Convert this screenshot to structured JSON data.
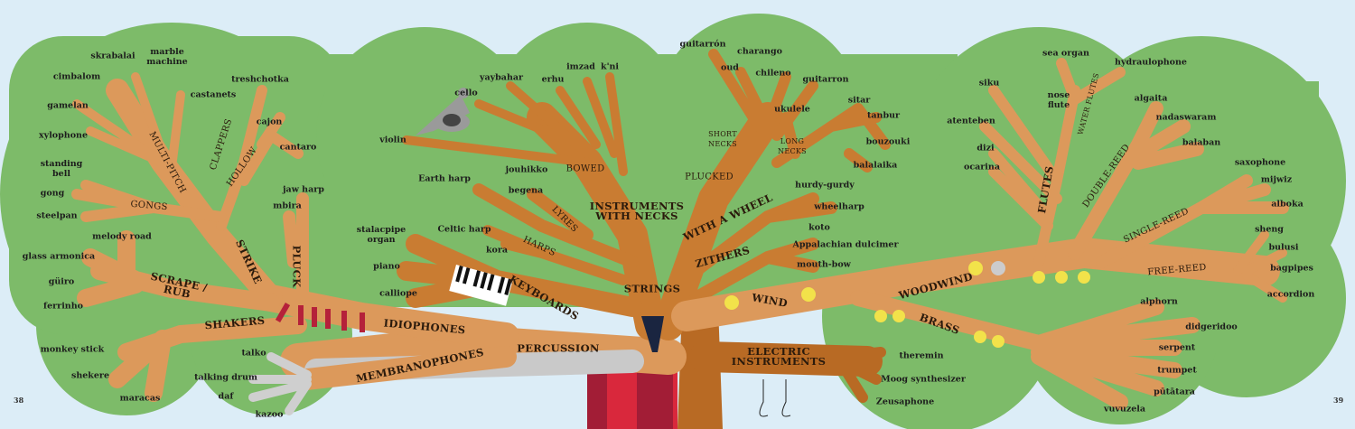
{
  "page_numbers": {
    "left": "38",
    "right": "39"
  },
  "instruments": [
    "skrabalai",
    "marble\nmachine",
    "cimbalom",
    "treshchotka",
    "castanets",
    "gamelan",
    "cajon",
    "xylophone",
    "cantaro",
    "standing\nbell",
    "jaw harp",
    "gong",
    "mbira",
    "steelpan",
    "melody road",
    "glass armonica",
    "güiro",
    "ferrinho",
    "talko",
    "monkey stick",
    "shekere",
    "talking drum",
    "daf",
    "maracas",
    "kazoo",
    "violin",
    "cello",
    "yaybahar",
    "erhu",
    "imzad",
    "k'ni",
    "guitarrón",
    "charango",
    "oud",
    "chileno",
    "guitarron",
    "ukulele",
    "sitar",
    "tanbur",
    "bouzouki",
    "balalaika",
    "Earth harp",
    "jouhikko",
    "begena",
    "hurdy-gurdy",
    "wheelharp",
    "stalacpipe\norgan",
    "Celtic harp",
    "koto",
    "Appalachian dulcimer",
    "kora",
    "mouth-bow",
    "piano",
    "calliope",
    "sea organ",
    "hydraulophone",
    "siku",
    "nose\nflute",
    "algaita",
    "atenteben",
    "nadaswaram",
    "dizi",
    "balaban",
    "ocarina",
    "saxophone",
    "mijwiz",
    "alboka",
    "sheng",
    "bulusi",
    "bagpipes",
    "accordion",
    "alphorn",
    "didgeridoo",
    "serpent",
    "theremin",
    "trumpet",
    "Moog synthesizer",
    "pūtātara",
    "Zeusaphone",
    "vuvuzela"
  ],
  "categories": [
    "GONGS",
    "MULTI-PITCH",
    "CLAPPERS",
    "HOLLOW",
    "STRIKE",
    "PLUCK",
    "SCRAPE /\nRUB",
    "SHAKERS",
    "IDIOPHONES",
    "MEMBRANOPHONES",
    "PERCUSSION",
    "BOWED",
    "PLUCKED",
    "SHORT\nNECKS",
    "LONG\nNECKS",
    "INSTRUMENTS\nWITH NECKS",
    "LYRES",
    "HARPS",
    "WITH A WHEEL",
    "ZITHERS",
    "KEYBOARDS",
    "STRINGS",
    "WIND",
    "WOODWIND",
    "BRASS",
    "ELECTRIC\nINSTRUMENTS",
    "FLUTES",
    "WATER FLUTES",
    "DOUBLE-REED",
    "SINGLE-REED",
    "FREE-REED"
  ],
  "colors": {
    "background": "#dcedf7",
    "canopy": "#7dbb69",
    "branch": "#dc995b",
    "strings": "#c97c32",
    "electric": "#b86a24",
    "trunk_red": "#d9283c",
    "trunk_dark": "#a21d36"
  }
}
